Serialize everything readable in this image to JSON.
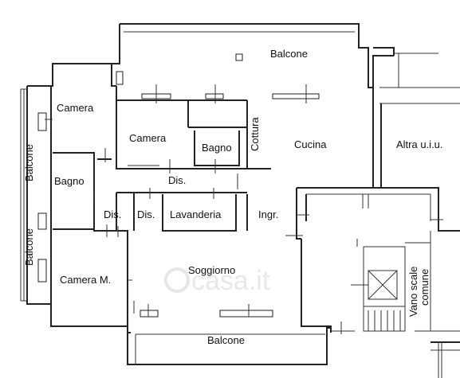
{
  "rooms": {
    "balcone_top": "Balcone",
    "camera_1": "Camera",
    "camera_2": "Camera",
    "bagno_1": "Bagno",
    "cottura": "Cottura",
    "cucina": "Cucina",
    "altra_uiu": "Altra u.i.u.",
    "balcone_left_1": "Balcone",
    "balcone_left_2": "Balcone",
    "bagno_2": "Bagno",
    "dis_1": "Dis.",
    "dis_2": "Dis.",
    "dis_3": "Dis.",
    "lavanderia": "Lavanderia",
    "ingr": "Ingr.",
    "soggiorno": "Soggiorno",
    "camera_m": "Camera M.",
    "vano_scale_1": "Vano scale",
    "vano_scale_2": "comune",
    "balcone_bottom": "Balcone"
  },
  "watermark": "casa.it"
}
